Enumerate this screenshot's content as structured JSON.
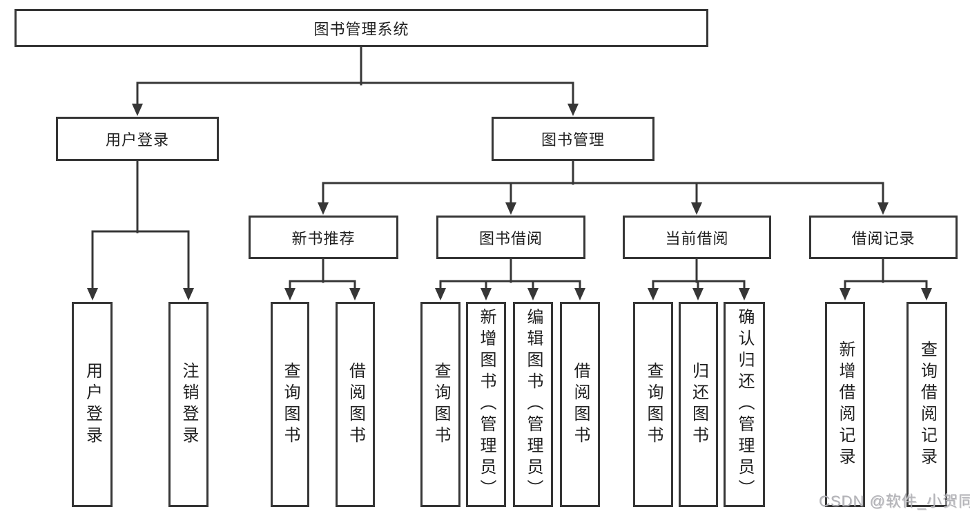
{
  "diagram_title": "图书管理系统",
  "colors": {
    "line": "#363636",
    "box_border": "#363636",
    "box_fill": "#ffffff",
    "text": "#1f1f1f",
    "watermark": "#b3b3b8"
  },
  "nodes": {
    "root": "图书管理系统",
    "user_login": "用户登录",
    "book_mgmt": "图书管理",
    "new_book_rec": "新书推荐",
    "book_borrow": "图书借阅",
    "current_borrow": "当前借阅",
    "borrow_records": "借阅记录",
    "user_login_leaf": "用户登录",
    "logout_leaf": "注销登录",
    "nbr_query_books": "查询图书",
    "nbr_borrow_books": "借阅图书",
    "bb_query_books": "查询图书",
    "bb_add_books": "新增图书（管理员）",
    "bb_edit_books": "编辑图书（管理员）",
    "bb_borrow_books": "借阅图书",
    "cb_query_books": "查询图书",
    "cb_return_books": "归还图书",
    "cb_confirm_return": "确认归还（管理员）",
    "br_add_record": "新增借阅记录",
    "br_query_record": "查询借阅记录"
  },
  "hierarchy": {
    "图书管理系统": {
      "用户登录": [
        "用户登录",
        "注销登录"
      ],
      "图书管理": {
        "新书推荐": [
          "查询图书",
          "借阅图书"
        ],
        "图书借阅": [
          "查询图书",
          "新增图书（管理员）",
          "编辑图书（管理员）",
          "借阅图书"
        ],
        "当前借阅": [
          "查询图书",
          "归还图书",
          "确认归还（管理员）"
        ],
        "借阅记录": [
          "新增借阅记录",
          "查询借阅记录"
        ]
      }
    }
  },
  "watermark": "CSDN @软件_小贺同学"
}
